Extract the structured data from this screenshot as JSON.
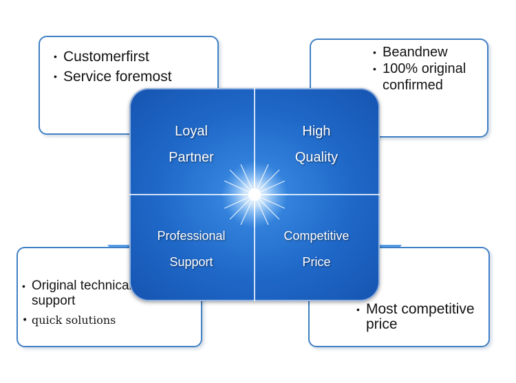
{
  "top_left": {
    "items": [
      "Customerfirst",
      "Service foremost"
    ]
  },
  "top_right": {
    "items": [
      "Beandnew",
      "100% original",
      "confirmed"
    ]
  },
  "bottom_left": {
    "items": [
      "Original technical",
      "support",
      "quick solutions"
    ]
  },
  "bottom_right": {
    "items": [
      "Most competitive",
      "price"
    ]
  },
  "core": {
    "tl": [
      "Loyal",
      "Partner"
    ],
    "tr": [
      "High",
      "Quality"
    ],
    "bl": [
      "Professional",
      "Support"
    ],
    "br": [
      "Competitive",
      "Price"
    ]
  },
  "colors": {
    "box_border": "#3f7fc4",
    "core_blue": "#1f68c8",
    "core_text": "#ffffff"
  },
  "bullet": "•"
}
